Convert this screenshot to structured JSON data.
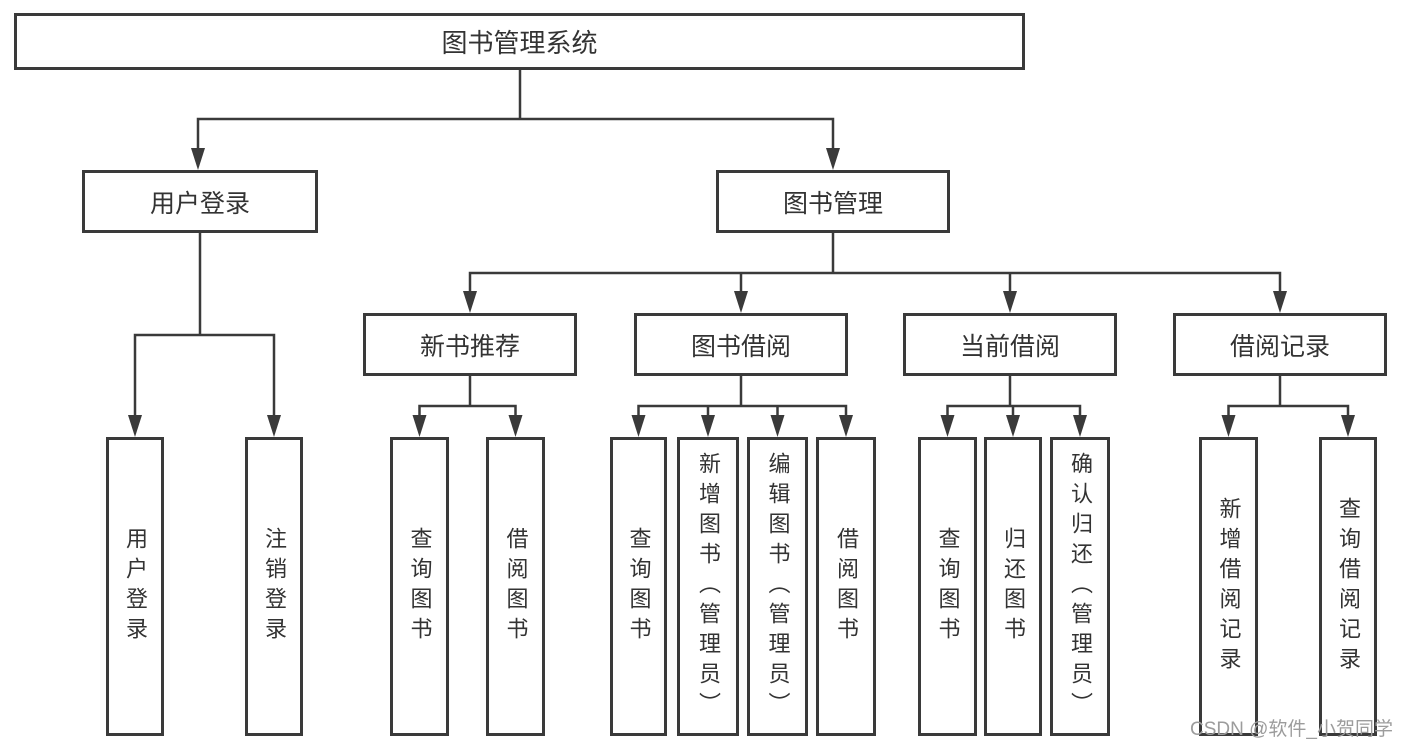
{
  "diagram": {
    "title": "图书管理系统",
    "line_color": "#3a3a3a",
    "text_color": "#333333",
    "groups": [
      {
        "label": "用户登录",
        "leaves": [
          "用户登录",
          "注销登录"
        ]
      },
      {
        "label": "图书管理",
        "sections": [
          {
            "label": "新书推荐",
            "leaves": [
              "查询图书",
              "借阅图书"
            ]
          },
          {
            "label": "图书借阅",
            "leaves": [
              "查询图书",
              "新增图书（管理员）",
              "编辑图书（管理员）",
              "借阅图书"
            ]
          },
          {
            "label": "当前借阅",
            "leaves": [
              "查询图书",
              "归还图书",
              "确认归还（管理员）"
            ]
          },
          {
            "label": "借阅记录",
            "leaves": [
              "新增借阅记录",
              "查询借阅记录"
            ]
          }
        ]
      }
    ]
  },
  "watermark": {
    "text": "CSDN @软件_小贺同学",
    "color": "#9c9c9c"
  }
}
